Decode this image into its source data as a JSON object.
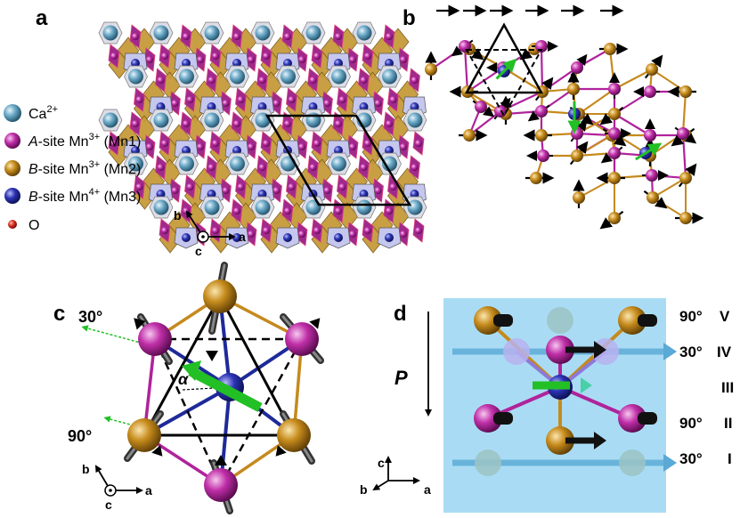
{
  "panels": {
    "a": "a",
    "b": "b",
    "c": "c",
    "d": "d"
  },
  "legend": {
    "ca": "Ca",
    "ca_sup": "2+",
    "mn1_italic": "A",
    "mn1_rest": "-site Mn",
    "mn1_sup": "3+",
    "mn1_tail": " (Mn1)",
    "mn2_italic": "B",
    "mn2_rest": "-site Mn",
    "mn2_sup": "3+",
    "mn2_tail": " (Mn2)",
    "mn3_italic": "B",
    "mn3_rest": "-site Mn",
    "mn3_sup": "4+",
    "mn3_tail": " (Mn3)",
    "o": "O"
  },
  "axes": {
    "a": {
      "b": "b",
      "a": "a",
      "c": "c"
    },
    "c": {
      "b": "b",
      "a": "a",
      "c": "c"
    },
    "d": {
      "c": "c",
      "b": "b",
      "a": "a"
    }
  },
  "panel_c": {
    "angle_top": "30°",
    "angle_bottom": "90°",
    "alpha": "α"
  },
  "panel_d": {
    "polarization": "P",
    "rows": [
      {
        "angle": "90°",
        "label": "V"
      },
      {
        "angle": "30°",
        "label": "IV"
      },
      {
        "angle": "",
        "label": "III"
      },
      {
        "angle": "90°",
        "label": "II"
      },
      {
        "angle": "30°",
        "label": "I"
      }
    ]
  },
  "colors": {
    "ca": "#5b97b4",
    "mn1": "#b0239b",
    "mn2": "#bf8a1a",
    "mn3": "#2a2f9a",
    "oxygen": "#d42a1c",
    "moment_green": "#22c025",
    "polyhedron_gold": "#c79a3a",
    "polyhedron_magenta": "#a02a8c",
    "polyhedron_blue": "#a7a9d8",
    "panel_d_bg": "#a9dcf4"
  }
}
